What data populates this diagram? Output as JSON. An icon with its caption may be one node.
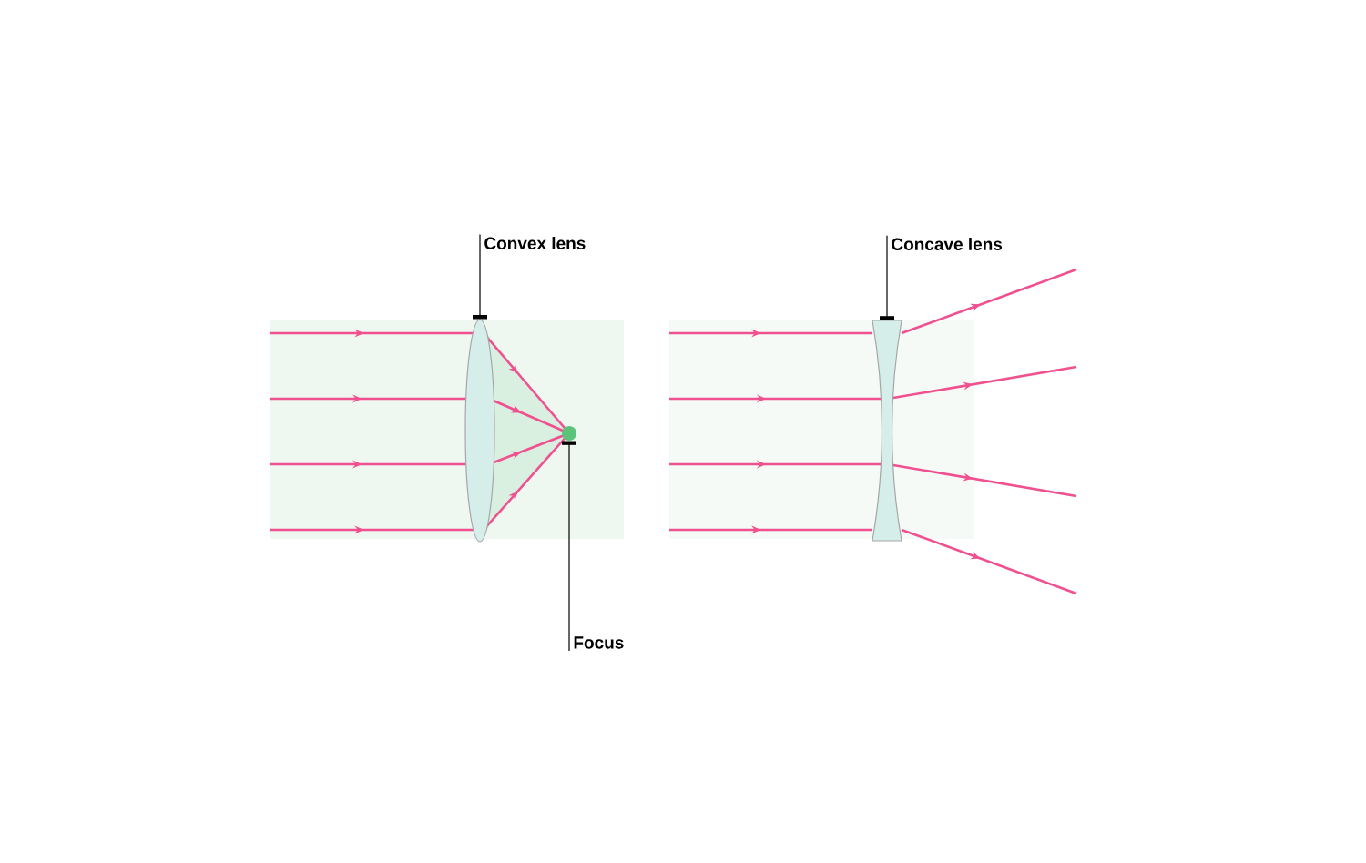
{
  "diagram": {
    "nodes": [
      {
        "text": [
          "Convex lens"
        ]
      },
      {
        "text": [],
        "shape": "lens"
      },
      {
        "text": [],
        "shape": "circle"
      },
      {
        "text": [
          "Focus"
        ]
      },
      {
        "text": [
          "Concave lens"
        ]
      },
      {
        "text": [],
        "shape": "lens"
      }
    ],
    "edges": [
      {
        "from": 0,
        "to": 1,
        "arrow": "other"
      },
      {
        "from": 3,
        "to": 2,
        "arrow": "other"
      },
      {
        "from": 4,
        "to": 5,
        "arrow": "other"
      }
    ]
  }
}
